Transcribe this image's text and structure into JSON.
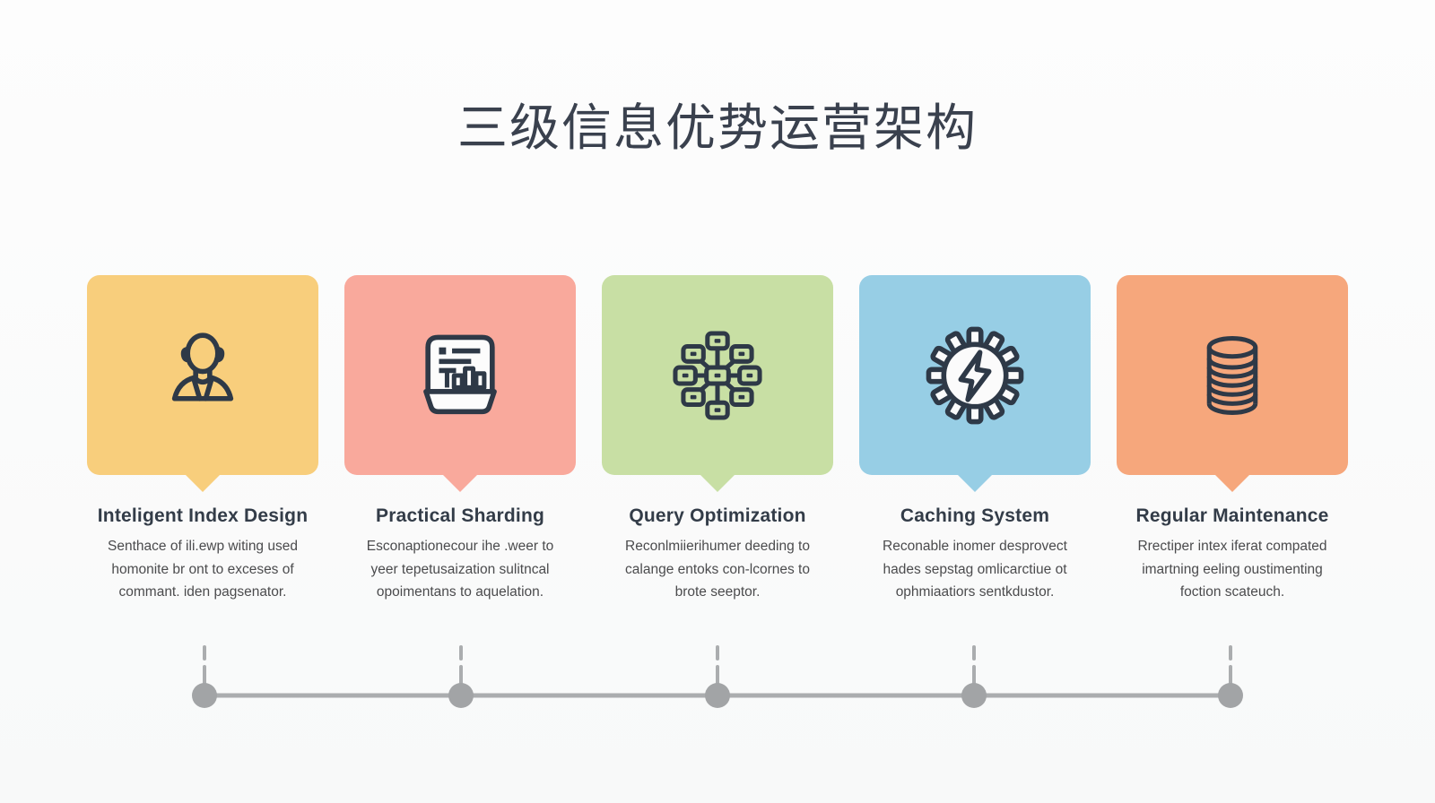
{
  "page": {
    "title": "三级信息优势运营架构"
  },
  "colors": {
    "card_yellow": "#F8CE7C",
    "card_salmon": "#F9A99C",
    "card_green": "#C8DFA4",
    "card_blue": "#97CEE5",
    "card_orange": "#F6A77C",
    "icon_stroke": "#2E3947",
    "heading_text": "#3A414E",
    "card_title_text": "#333C48",
    "desc_text": "#4B4B4D",
    "timeline_gray": "#A8AAAC"
  },
  "cards": [
    {
      "title": "Inteligent Index Design",
      "icon": "user-icon",
      "color": "#F8CE7C",
      "desc_lines": {
        "0": "Senthace of ili.ewp witing used",
        "1": "homonite br ont to exceses of",
        "2": "commant. iden pagsenator."
      }
    },
    {
      "title": "Practical Sharding",
      "icon": "dashboard-chart-icon",
      "color": "#F9A99C",
      "desc_lines": {
        "0": "Esconaptionecour ihe .weer to",
        "1": "yeer tepetusaization sulitncal",
        "2": "opoimentans to aquelation."
      }
    },
    {
      "title": "Query Optimization",
      "icon": "network-nodes-icon",
      "color": "#C8DFA4",
      "desc_lines": {
        "0": "Reconlmiierihumer deeding to",
        "1": "calange entoks con-lcornes to",
        "2": "brote seeptor."
      }
    },
    {
      "title": "Caching System",
      "icon": "gear-lightning-icon",
      "color": "#97CEE5",
      "desc_lines": {
        "0": "Reconable inomer desprovect",
        "1": "hades sepstag omlicarctiue ot",
        "2": "ophmiaatiors sentkdustor."
      }
    },
    {
      "title": "Regular Maintenance",
      "icon": "disk-stack-icon",
      "color": "#F6A77C",
      "desc_lines": {
        "0": "Rrectiper intex iferat compated",
        "1": "imartning eeling oustimenting",
        "2": "foction scateuch."
      }
    }
  ],
  "timeline": {
    "steps": 5
  }
}
